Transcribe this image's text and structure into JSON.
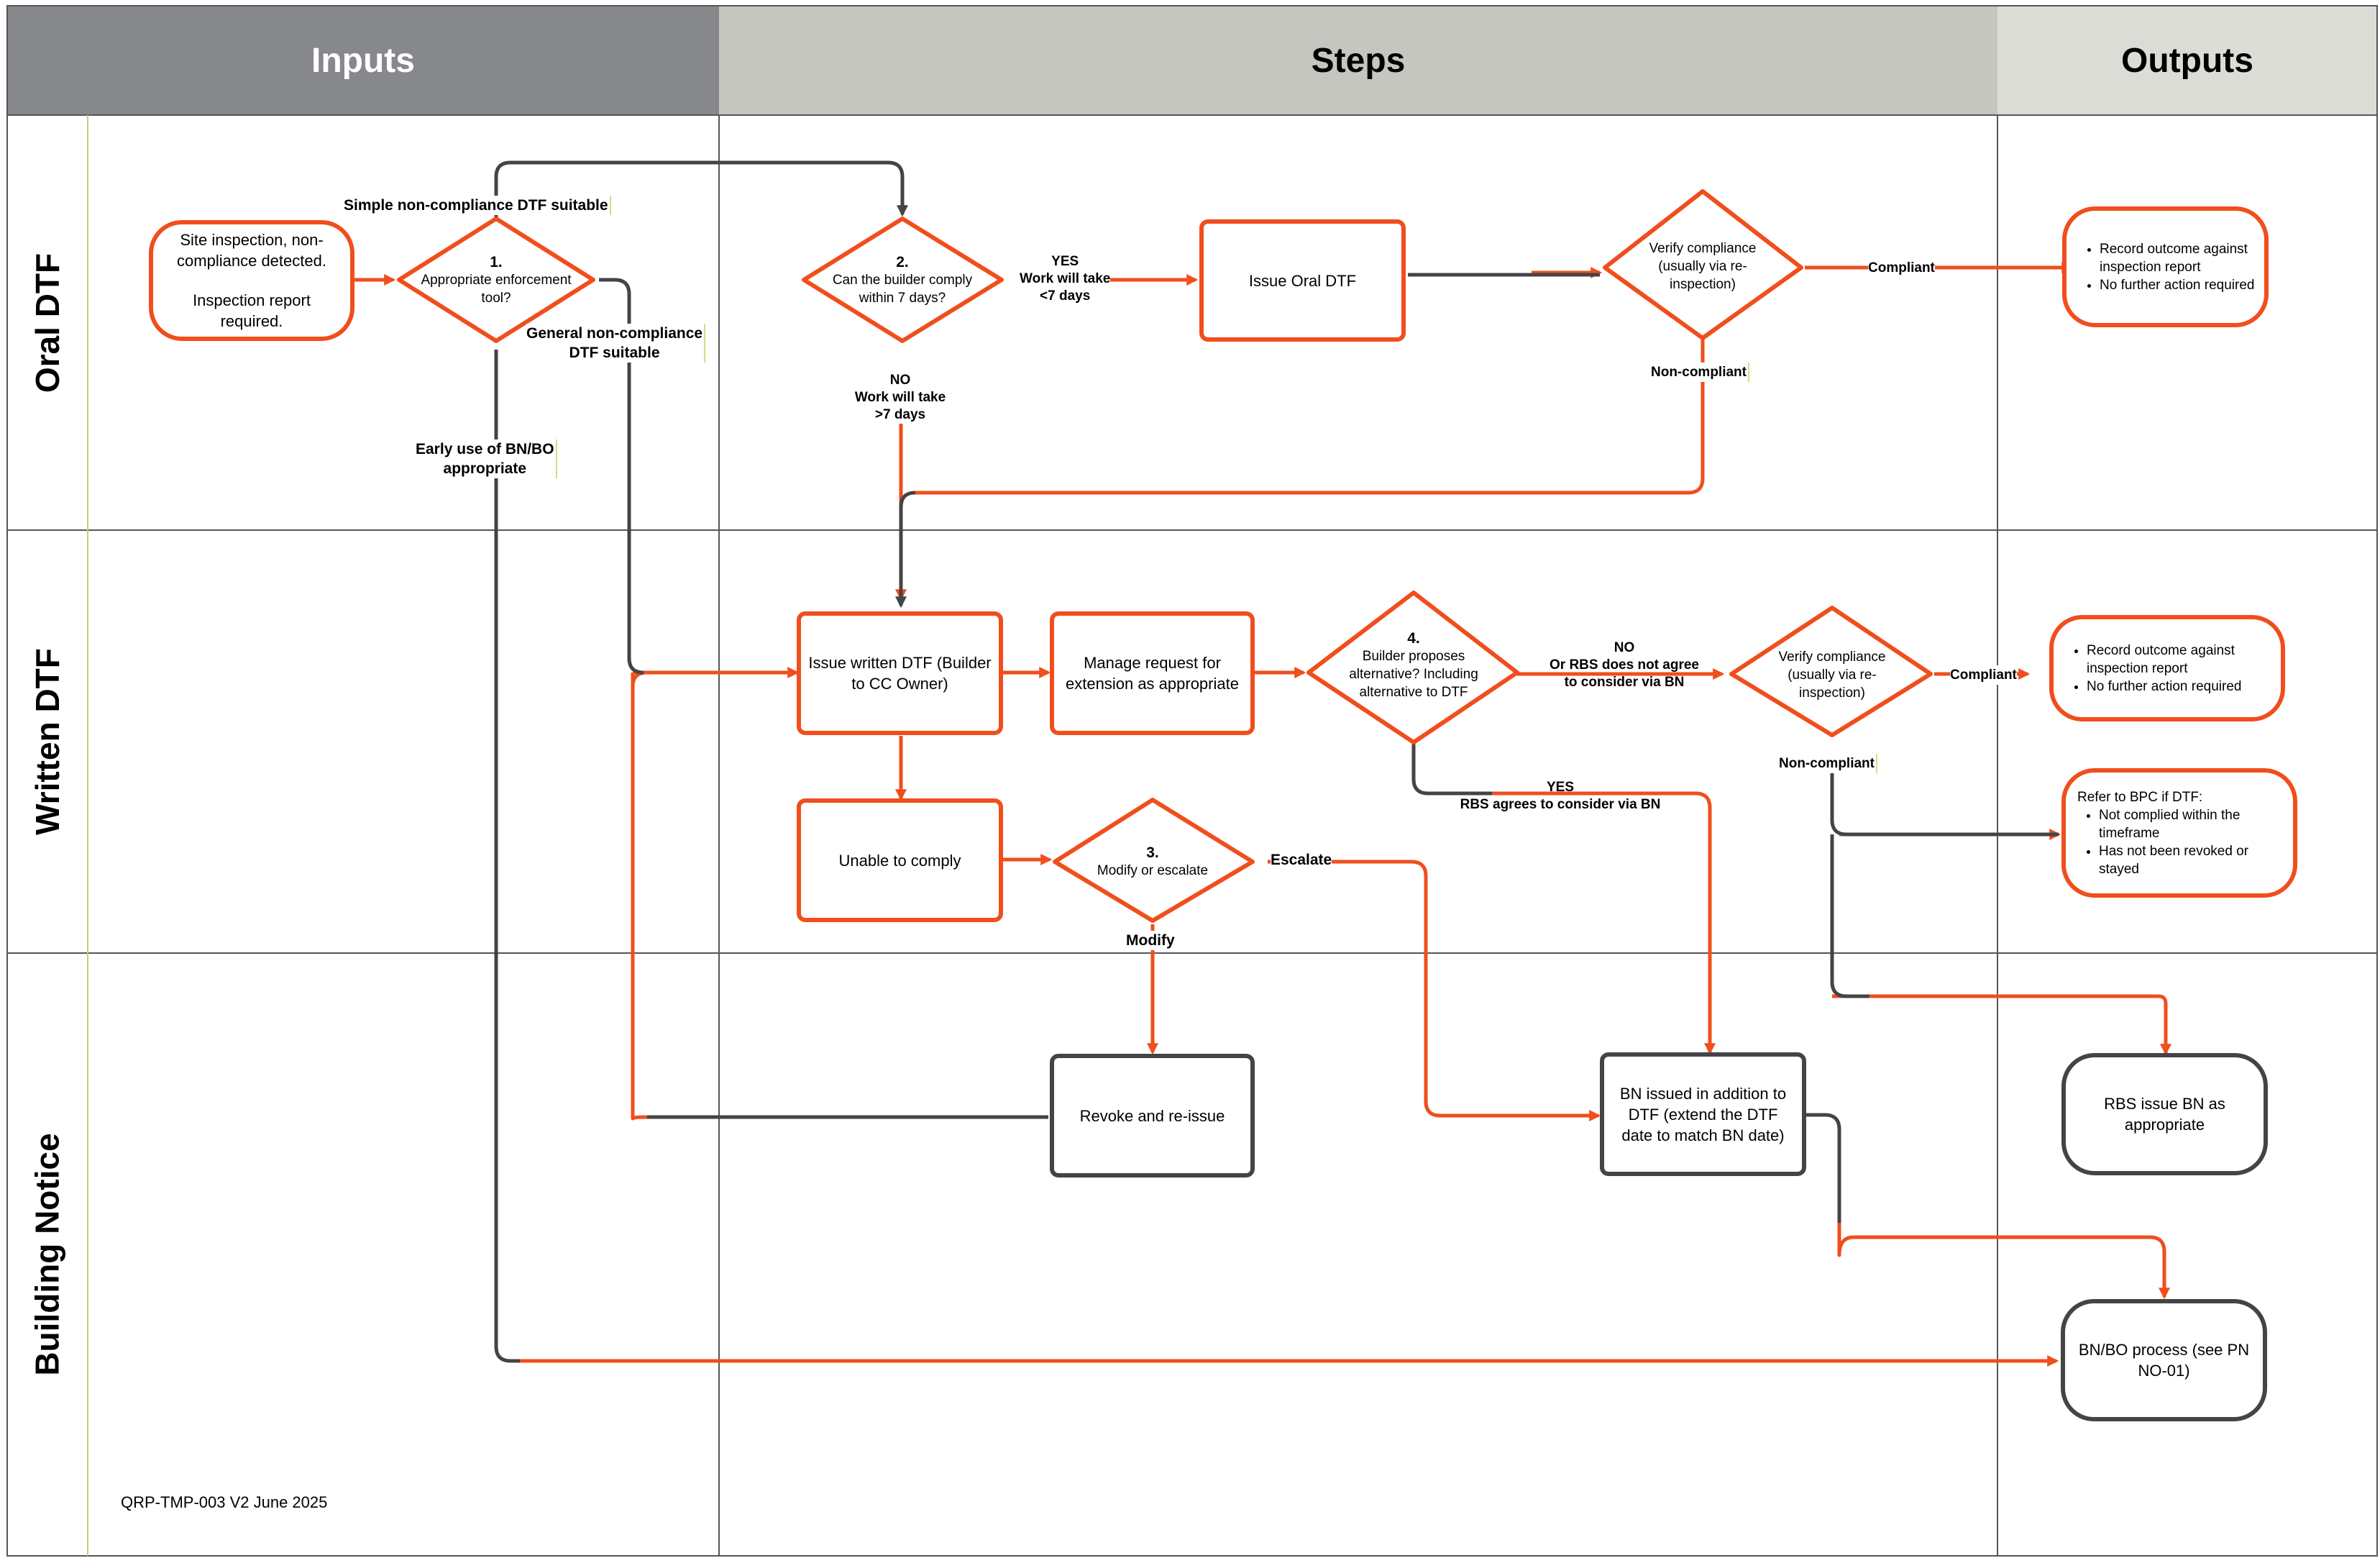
{
  "headers": {
    "inputs": "Inputs",
    "steps": "Steps",
    "outputs": "Outputs"
  },
  "lanes": {
    "oral": "Oral DTF",
    "written": "Written DTF",
    "notice": "Building Notice"
  },
  "nodes": {
    "site_inspection": {
      "line1": "Site inspection, non-compliance detected.",
      "line2": "Inspection report required."
    },
    "d1": {
      "num": "1.",
      "text": "Appropriate enforcement tool?"
    },
    "d2": {
      "num": "2.",
      "text": "Can the builder comply within 7 days?"
    },
    "issue_oral": "Issue Oral DTF",
    "verify_oral": "Verify compliance (usually via re-inspection)",
    "record_oral": [
      "Record outcome against inspection report",
      "No further action required"
    ],
    "issue_written": "Issue written DTF (Builder to CC Owner)",
    "manage_request": "Manage request for extension as appropriate",
    "d4": {
      "num": "4.",
      "text": "Builder proposes alternative? Including alternative to DTF"
    },
    "verify_written": "Verify compliance (usually via re-inspection)",
    "record_written": [
      "Record outcome against inspection report",
      "No further action required"
    ],
    "refer_bpc": {
      "lead": "Refer to BPC if DTF:",
      "items": [
        "Not complied within the timeframe",
        "Has not been revoked or stayed"
      ]
    },
    "unable": "Unable to comply",
    "d3": {
      "num": "3.",
      "text": "Modify or escalate"
    },
    "revoke": "Revoke and re-issue",
    "bn_issued": "BN issued in addition to DTF (extend the DTF date to match BN date)",
    "rbs_issue": "RBS issue BN as appropriate",
    "bnbo": "BN/BO process (see PN NO-01)"
  },
  "labels": {
    "simple": "Simple non-compliance DTF suitable",
    "general1": "General non-compliance",
    "general2": "DTF suitable",
    "early1": "Early use of BN/BO",
    "early2": "appropriate",
    "yes_oral": "YES",
    "yes_oral2": "Work will take",
    "yes_oral3": "<7 days",
    "no_oral": "NO",
    "no_oral2": "Work will take",
    "no_oral3": ">7 days",
    "compliant": "Compliant",
    "noncompliant": "Non-compliant",
    "no4_1": "NO",
    "no4_2": "Or RBS does not agree",
    "no4_3": "to consider via BN",
    "yes4_1": "YES",
    "yes4_2": "RBS agrees to consider via BN",
    "escalate": "Escalate",
    "modify": "Modify"
  },
  "footer": "QRP-TMP-003 V2 June 2025",
  "colors": {
    "accent": "#f04e1c",
    "dark": "#444446",
    "header_inputs": "#87888c",
    "header_steps": "#c6c6c1",
    "header_outputs": "#dcdcd7"
  }
}
